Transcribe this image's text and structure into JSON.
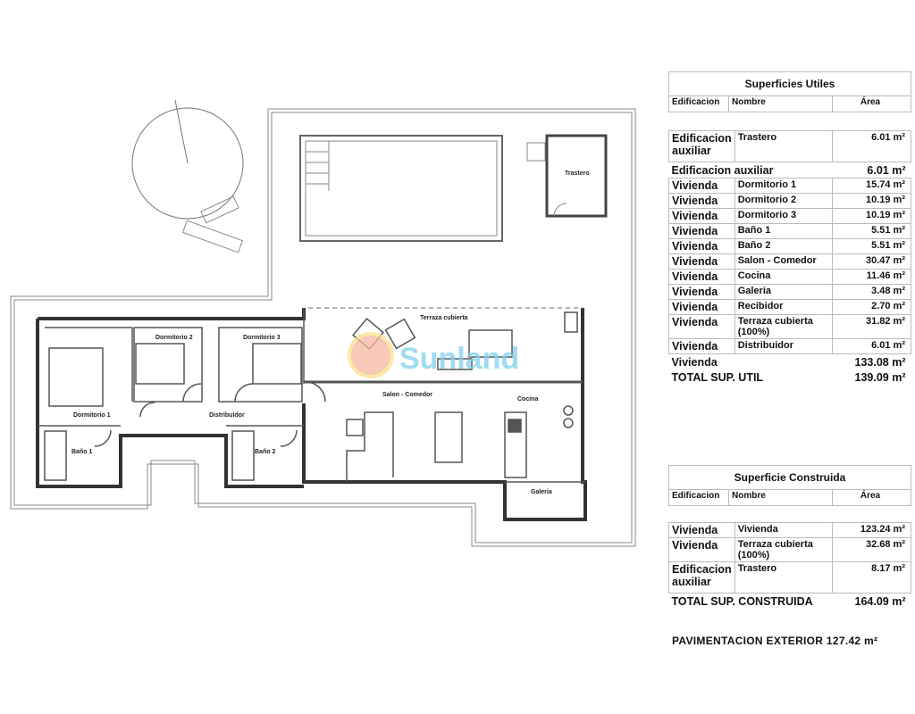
{
  "plan": {
    "rooms": {
      "trastero": "Trastero",
      "dormitorio1": "Dormitorio 1",
      "dormitorio2": "Dormitorio 2",
      "dormitorio3": "Dormitorio 3",
      "distribuidor": "Distribuidor",
      "bano1": "Baño 1",
      "bano2": "Baño 2",
      "terraza": "Terraza cubierta",
      "salon": "Salon - Comedor",
      "cocina": "Cocina",
      "galeria": "Galeria"
    },
    "watermark": "Sunland",
    "colors": {
      "watermark_text": "#7fd0ef",
      "watermark_circle": "#f6b7a0"
    }
  },
  "utiles": {
    "title": "Superficies Utiles",
    "headers": [
      "Edificacion",
      "Nombre",
      "Área"
    ],
    "aux_rows": [
      {
        "edif": "Edificacion auxiliar",
        "nombre": "Trastero",
        "area": "6.01 m²"
      }
    ],
    "aux_subtotal": {
      "label": "Edificacion auxiliar",
      "area": "6.01 m²"
    },
    "rows": [
      {
        "edif": "Vivienda",
        "nombre": "Dormitorio 1",
        "area": "15.74 m²"
      },
      {
        "edif": "Vivienda",
        "nombre": "Dormitorio 2",
        "area": "10.19 m²"
      },
      {
        "edif": "Vivienda",
        "nombre": "Dormitorio 3",
        "area": "10.19 m²"
      },
      {
        "edif": "Vivienda",
        "nombre": "Baño 1",
        "area": "5.51 m²"
      },
      {
        "edif": "Vivienda",
        "nombre": "Baño 2",
        "area": "5.51 m²"
      },
      {
        "edif": "Vivienda",
        "nombre": "Salon - Comedor",
        "area": "30.47 m²"
      },
      {
        "edif": "Vivienda",
        "nombre": "Cocina",
        "area": "11.46 m²"
      },
      {
        "edif": "Vivienda",
        "nombre": "Galeria",
        "area": "3.48 m²"
      },
      {
        "edif": "Vivienda",
        "nombre": "Recibidor",
        "area": "2.70 m²"
      },
      {
        "edif": "Vivienda",
        "nombre": "Terraza cubierta (100%)",
        "area": "31.82 m²"
      },
      {
        "edif": "Vivienda",
        "nombre": "Distribuidor",
        "area": "6.01 m²"
      }
    ],
    "vivienda_subtotal": {
      "label": "Vivienda",
      "area": "133.08 m²"
    },
    "total": {
      "label": "TOTAL SUP. UTIL",
      "area": "139.09 m²"
    }
  },
  "construida": {
    "title": "Superficie Construida",
    "headers": [
      "Edificacion",
      "Nombre",
      "Área"
    ],
    "rows": [
      {
        "edif": "Vivienda",
        "nombre": "Vivienda",
        "area": "123.24 m²"
      },
      {
        "edif": "Vivienda",
        "nombre": "Terraza cubierta (100%)",
        "area": "32.68 m²"
      },
      {
        "edif": "Edificacion auxiliar",
        "nombre": "Trastero",
        "area": "8.17 m²"
      }
    ],
    "total": {
      "label": "TOTAL SUP. CONSTRUIDA",
      "area": "164.09 m²"
    }
  },
  "pavimentacion": "PAVIMENTACION EXTERIOR 127.42 m²"
}
